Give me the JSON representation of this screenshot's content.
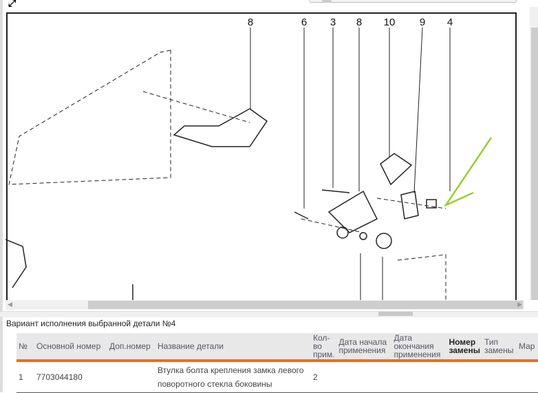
{
  "viewer": {
    "fullscreen_icon": "expand-icon",
    "callouts": [
      "8",
      "6",
      "3",
      "8",
      "10",
      "9",
      "4"
    ]
  },
  "panel": {
    "title": "Вариант исполнения выбранной детали №4",
    "columns": [
      "№",
      "Основной номер",
      "Доп.номер",
      "Название детали",
      "Кол-во прим.",
      "Дата начала применения",
      "Дата окончания применения",
      "Номер замены",
      "Тип замены",
      "Мар"
    ],
    "rows": [
      {
        "no": "1",
        "main_number": "7703044180",
        "extra_number": "",
        "name": "Втулка болта крепления замка левого поворотного стекла боковины",
        "qty": "2",
        "start": "",
        "end": "",
        "replacement": "",
        "replacement_type": "",
        "mark": ""
      }
    ]
  },
  "colors": {
    "accent": "#f26b1d",
    "annotation": "#9acd32"
  }
}
